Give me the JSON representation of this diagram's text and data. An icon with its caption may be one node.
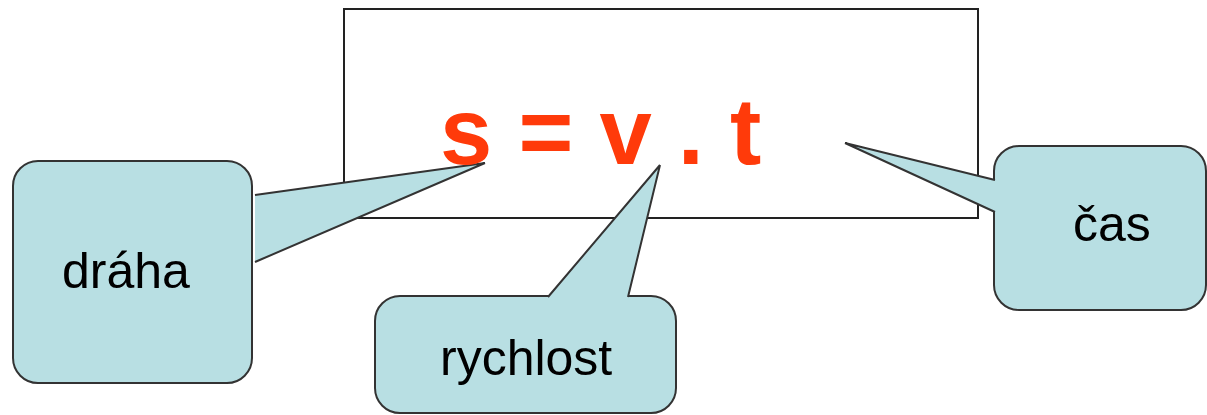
{
  "diagram": {
    "nodes": [
      {
        "text": [
          "s = v . t"
        ]
      },
      {
        "text": [
          "dráha"
        ]
      },
      {
        "text": [
          "rychlost"
        ]
      },
      {
        "text": [
          "čas"
        ]
      }
    ],
    "edges": [
      {
        "from": 1,
        "to": 0,
        "arrow": "none"
      },
      {
        "from": 2,
        "to": 0,
        "arrow": "none"
      },
      {
        "from": 3,
        "to": 0,
        "arrow": "none"
      }
    ]
  }
}
